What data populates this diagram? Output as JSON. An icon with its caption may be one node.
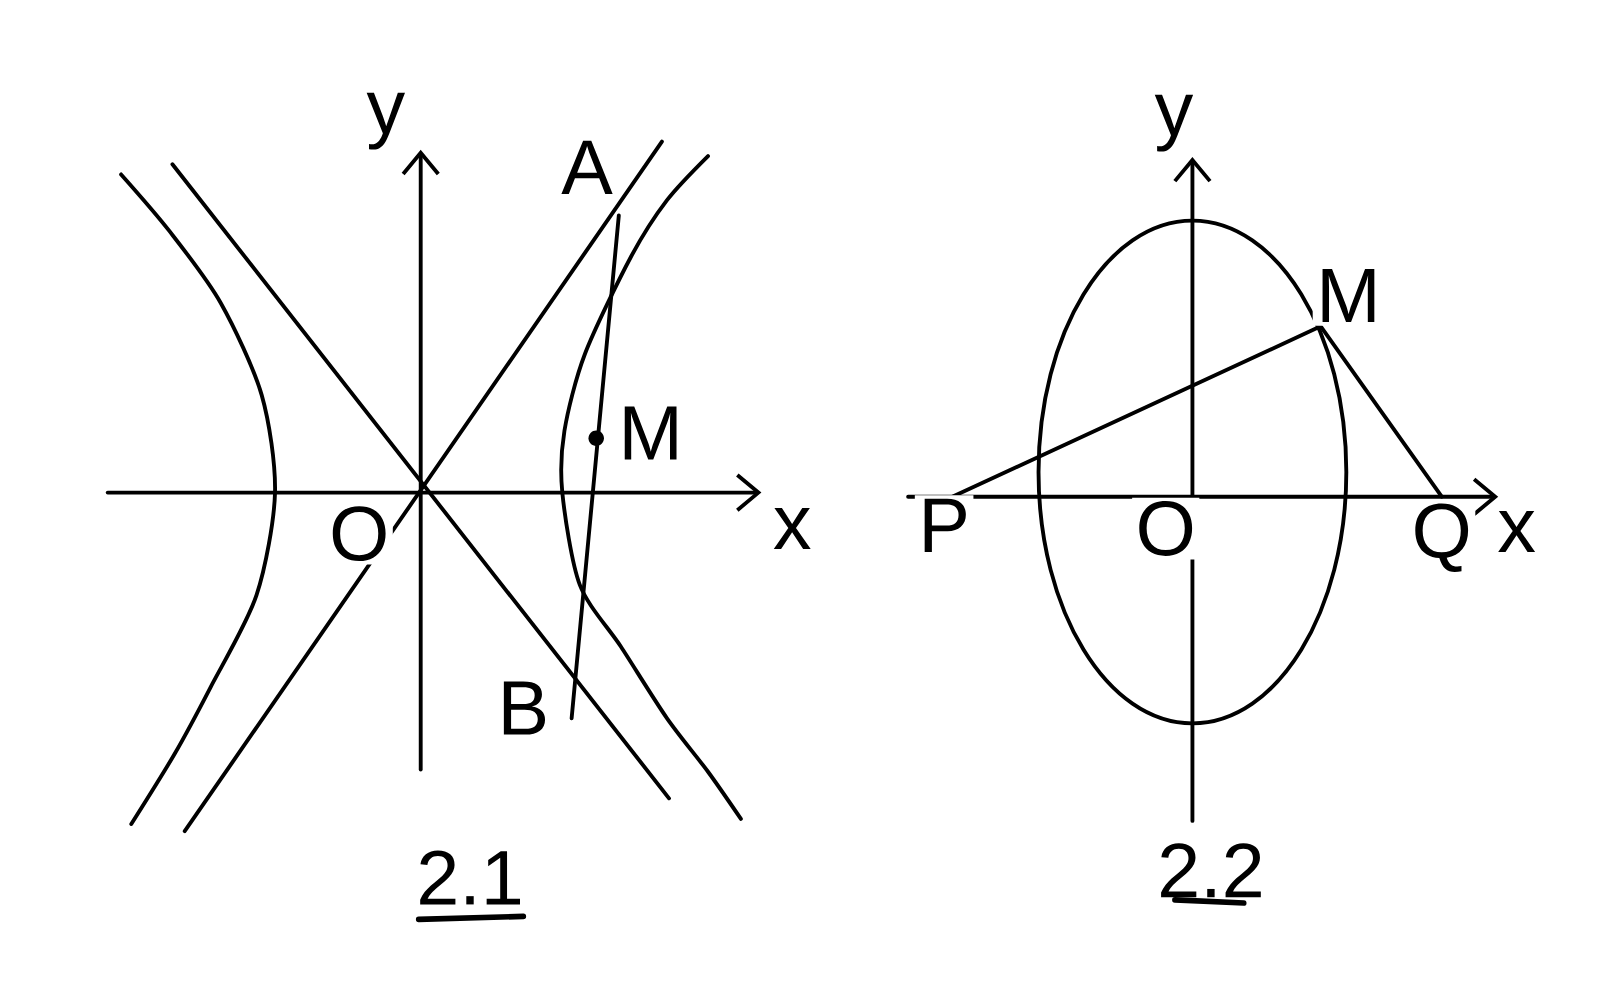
{
  "diagram": {
    "labels": [
      "y",
      "A",
      "M",
      "x",
      "O",
      "B",
      "2.1",
      "y",
      "M",
      "P",
      "O",
      "Q",
      "x",
      "2.2"
    ]
  }
}
